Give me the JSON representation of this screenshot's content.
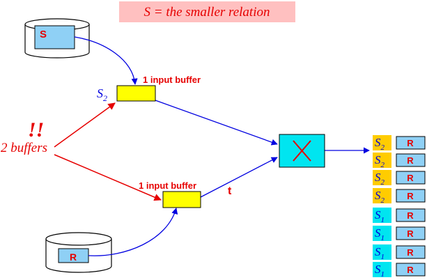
{
  "title": "S = the smaller relation",
  "disk_s": {
    "label": "S"
  },
  "disk_r": {
    "label": "R"
  },
  "buffers": {
    "label": "2 buffers",
    "marks": "!!"
  },
  "s2_buffer": {
    "label": "S",
    "subscript": "2",
    "caption": "1 input buffer"
  },
  "r_buffer": {
    "caption": "1 input buffer",
    "stream_label": "t"
  },
  "join": {
    "symbol": "×"
  },
  "output": {
    "partner_label": "R",
    "rows": [
      {
        "main": "S",
        "sub": "2",
        "kind": "s2"
      },
      {
        "main": "S",
        "sub": "2",
        "kind": "s2"
      },
      {
        "main": "S",
        "sub": "2",
        "kind": "s2"
      },
      {
        "main": "S",
        "sub": "2",
        "kind": "s2"
      },
      {
        "main": "S",
        "sub": "1",
        "kind": "s1"
      },
      {
        "main": "S",
        "sub": "1",
        "kind": "s1"
      },
      {
        "main": "S",
        "sub": "1",
        "kind": "s1"
      },
      {
        "main": "S",
        "sub": "1",
        "kind": "s1"
      }
    ]
  },
  "colors": {
    "title_bg": "#ffc0c0",
    "title_text": "#e60000",
    "relation_fill": "#8fd0f5",
    "buffer_fill": "#ffff00",
    "join_fill": "#00e5f0",
    "s2_fill": "#ffcc00",
    "s1_fill": "#00e5f0",
    "blue": "#0000e0",
    "red": "#e60000"
  }
}
